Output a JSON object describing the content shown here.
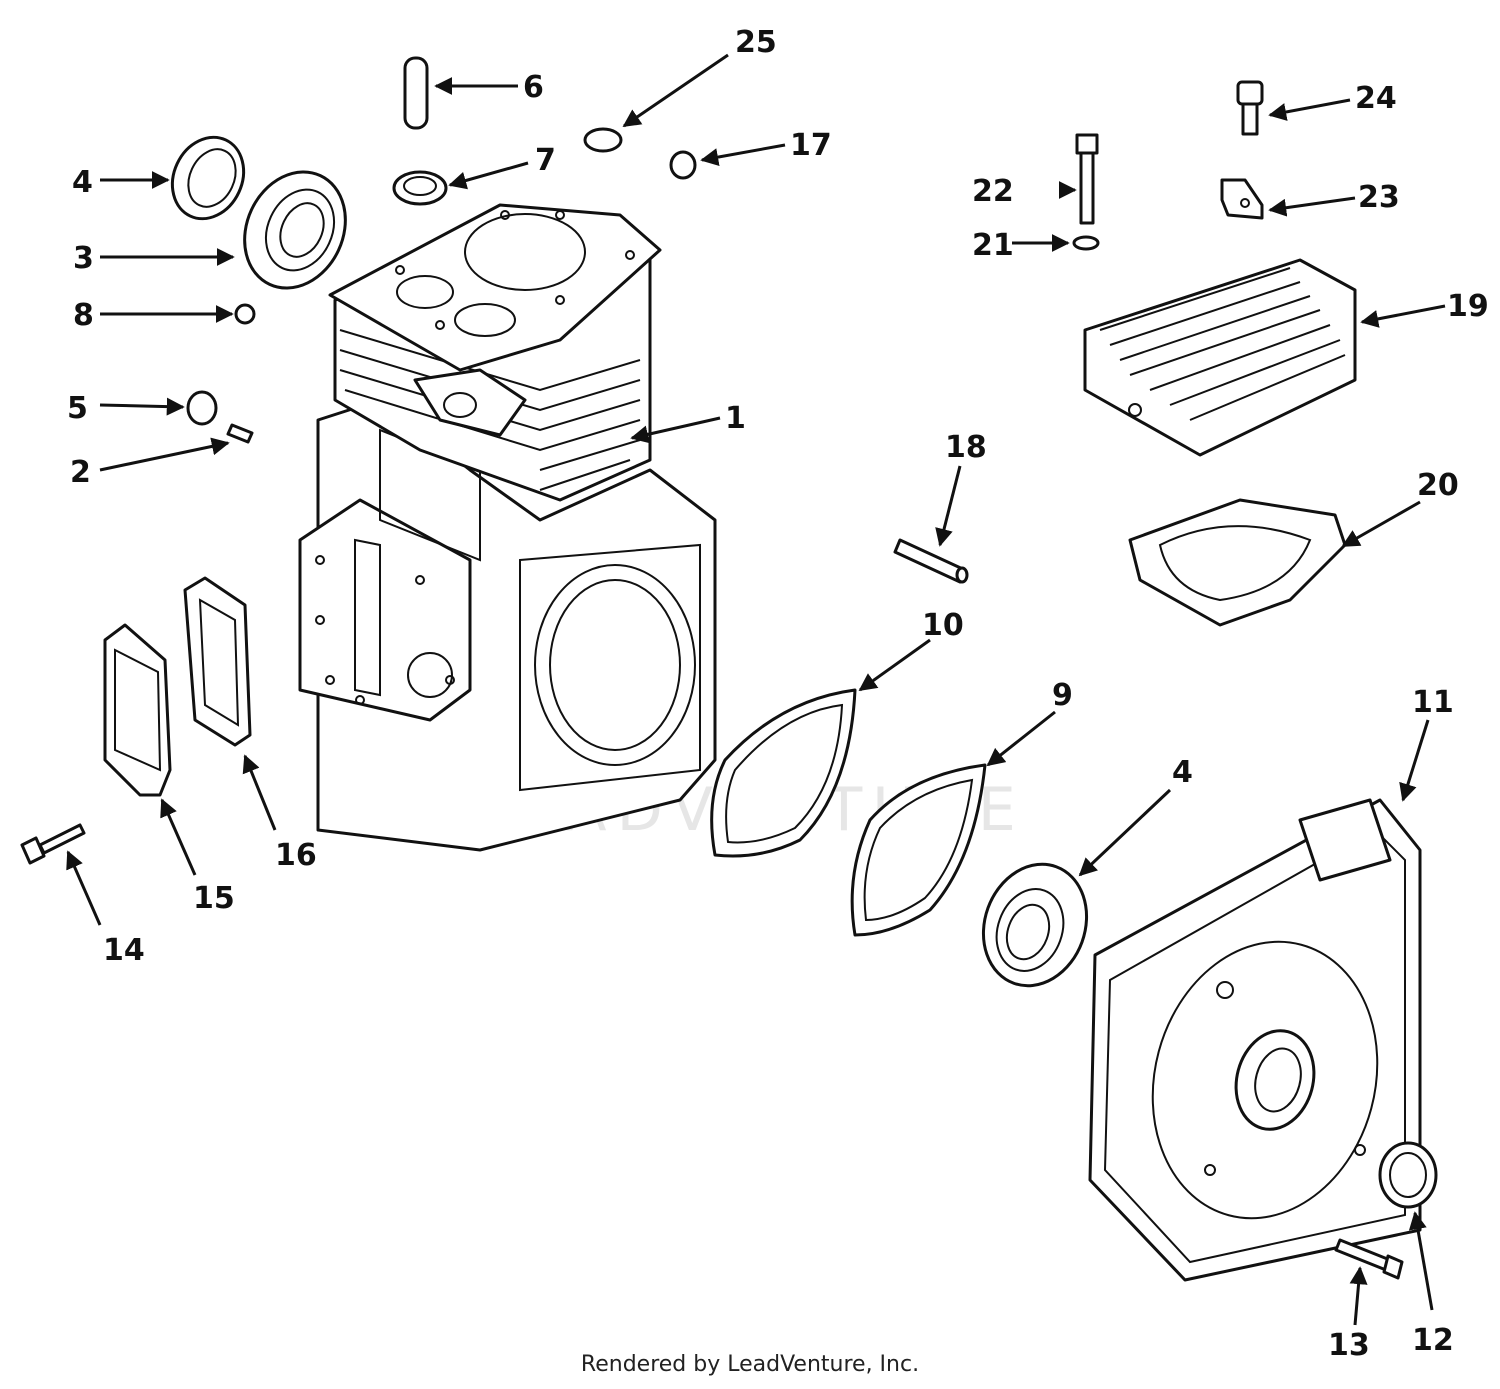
{
  "watermark": "LEADVENTURE",
  "footer": "Rendered by LeadVenture, Inc.",
  "callouts": [
    "1",
    "2",
    "3",
    "4",
    "5",
    "6",
    "7",
    "8",
    "9",
    "10",
    "11",
    "12",
    "13",
    "14",
    "15",
    "16",
    "17",
    "18",
    "19",
    "20",
    "21",
    "22",
    "23",
    "24",
    "25",
    "4"
  ],
  "colors": {
    "line": "#111111",
    "background": "#ffffff",
    "watermark": "#e6e6e6"
  }
}
